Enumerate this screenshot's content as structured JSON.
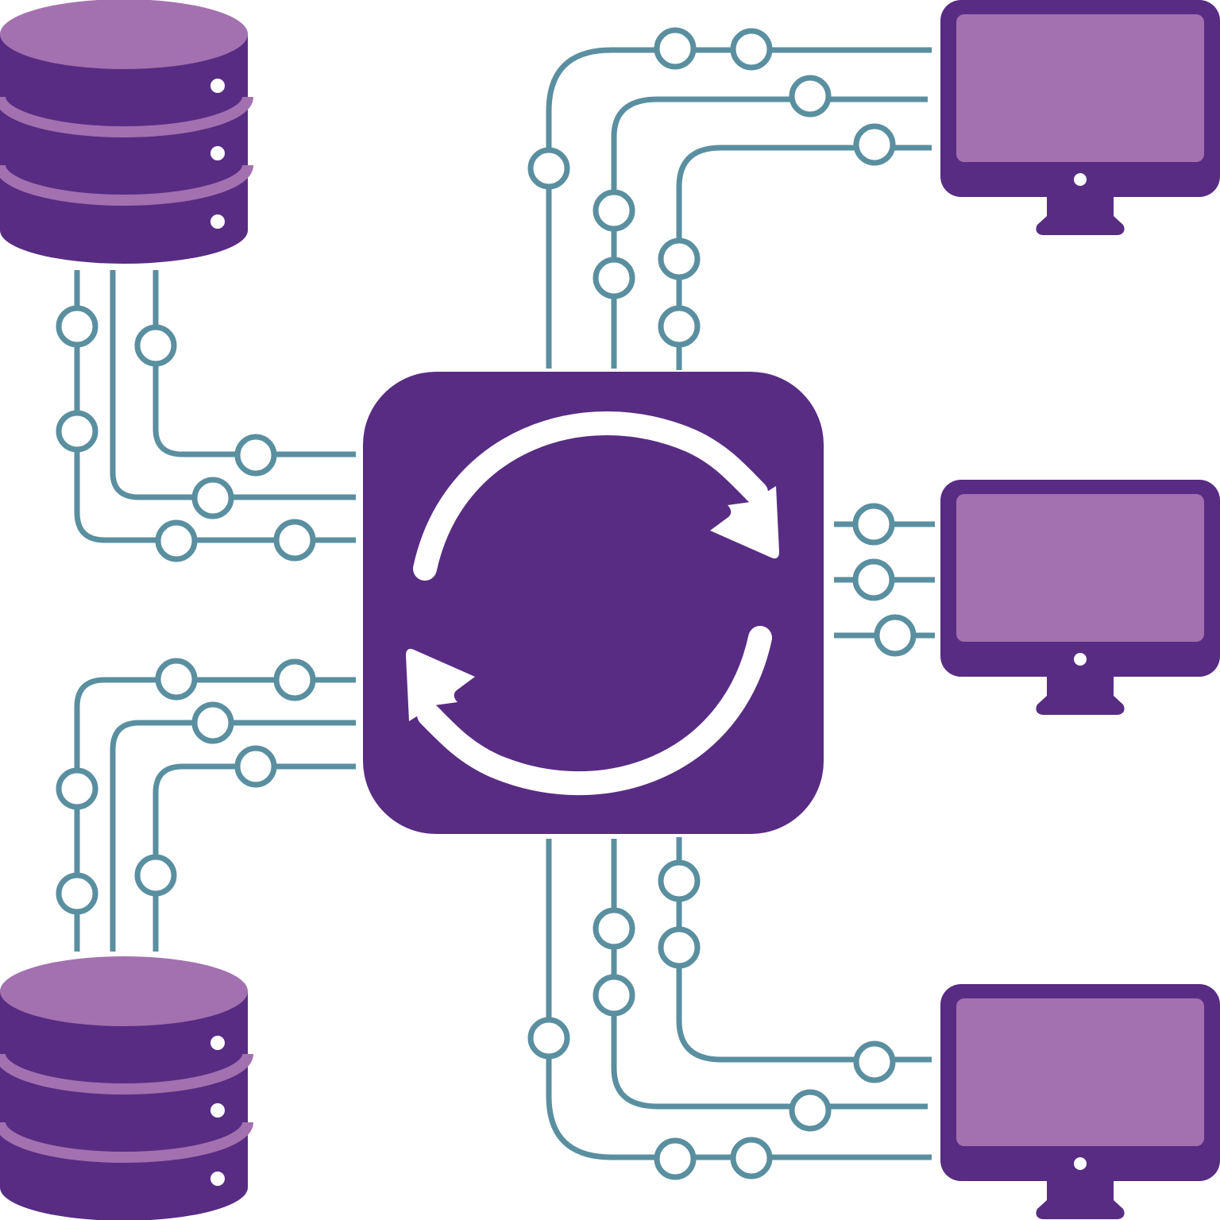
{
  "diagram": {
    "type": "data-synchronization-hub",
    "hub": {
      "icon": "refresh-sync-icon"
    },
    "databases": [
      {
        "icon": "database-icon",
        "position": "top-left"
      },
      {
        "icon": "database-icon",
        "position": "bottom-left"
      }
    ],
    "monitors": [
      {
        "icon": "monitor-icon",
        "position": "top-right"
      },
      {
        "icon": "monitor-icon",
        "position": "middle-right"
      },
      {
        "icon": "monitor-icon",
        "position": "bottom-right"
      }
    ],
    "colors": {
      "primary": "#582c83",
      "secondary": "#a371b0",
      "connector": "#5a8fa0",
      "background": "#ffffff",
      "arrows": "#ffffff"
    }
  }
}
